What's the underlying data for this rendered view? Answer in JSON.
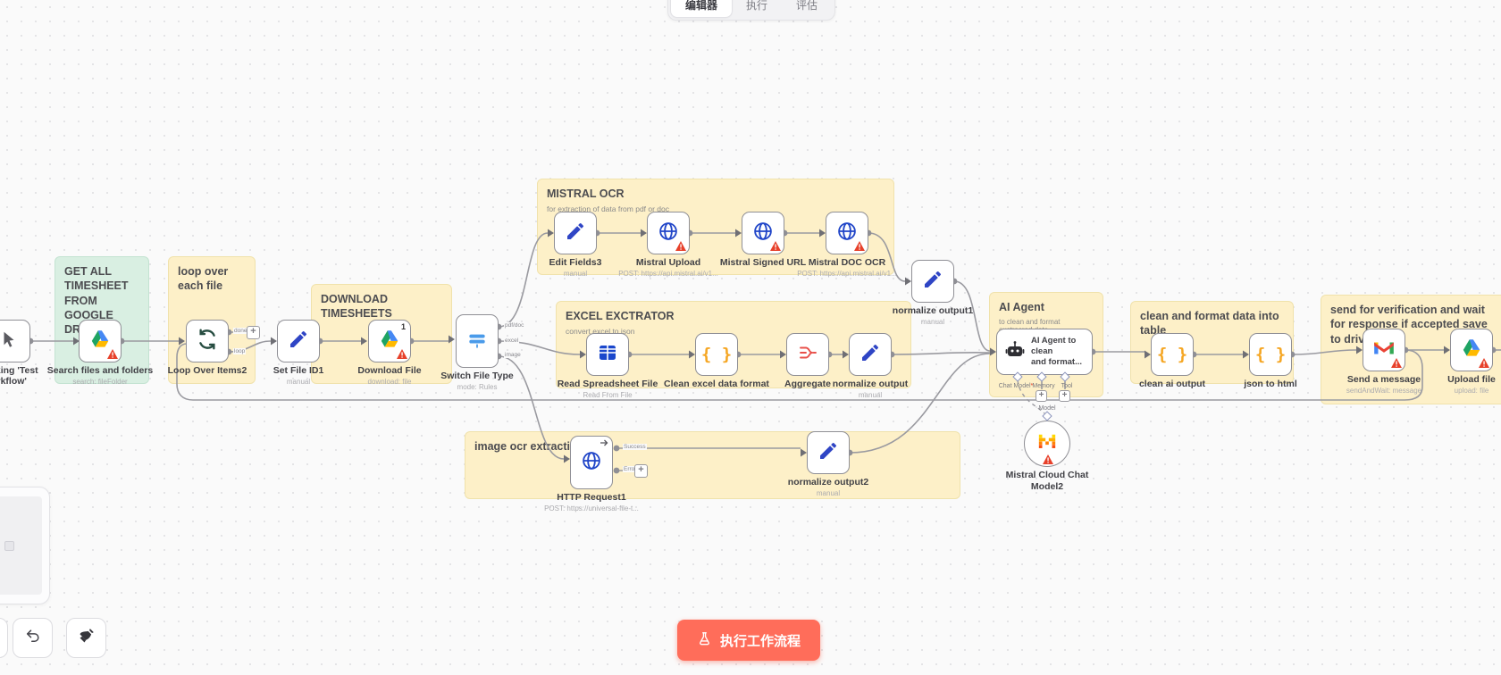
{
  "tabs": {
    "editor": "编辑器",
    "executions": "执行",
    "evaluations": "评估"
  },
  "execute_button": {
    "label": "执行工作流程"
  },
  "glyphs": {
    "plus": "+"
  },
  "colors": {
    "accent": "#ff6d5a",
    "sticky_yellow": "#fdf0c8",
    "sticky_green": "#d9efe2",
    "warning": "#e7402a",
    "wire": "#9a9aa0"
  },
  "stickies": {
    "get_all": {
      "title": "GET ALL TIMESHEET FROM GOOGLE DRIVE"
    },
    "loop": {
      "title": "loop over each file"
    },
    "download": {
      "title": "DOWNLOAD TIMESHEETS"
    },
    "mistral": {
      "title": "MISTRAL OCR",
      "subtitle": "for extraction of data from pdf or doc"
    },
    "excel": {
      "title": "EXCEL EXCTRATOR",
      "subtitle": "convert excel to json"
    },
    "image": {
      "title": "image ocr extraction"
    },
    "ai": {
      "title": "AI Agent",
      "subtitle": "to clean and format exctracred data"
    },
    "clean": {
      "title": "clean and format data into table"
    },
    "send": {
      "title": "send for verification and wait for response if accepted save to drive"
    }
  },
  "nodes": {
    "trigger": {
      "label_line1": "clicking 'Test",
      "label_line2": "orkflow'"
    },
    "search": {
      "label": "Search files and folders",
      "subtitle": "search: fileFolder"
    },
    "loop_items": {
      "label": "Loop Over Items2"
    },
    "set_file": {
      "label": "Set File ID1",
      "subtitle": "manual"
    },
    "download_file": {
      "label": "Download File",
      "subtitle": "download: file",
      "badge": "1"
    },
    "switch": {
      "label": "Switch File Type",
      "subtitle": "mode: Rules"
    },
    "edit_fields3": {
      "label": "Edit Fields3",
      "subtitle": "manual"
    },
    "mistral_upload": {
      "label": "Mistral Upload",
      "subtitle": "POST: https://api.mistral.ai/v1..."
    },
    "mistral_signed": {
      "label": "Mistral Signed URL"
    },
    "mistral_doc": {
      "label": "Mistral DOC OCR",
      "subtitle": "POST: https://api.mistral.ai/v1..."
    },
    "normalize1": {
      "label": "normalize output1",
      "subtitle": "manual"
    },
    "read_spreadsheet": {
      "label": "Read Spreadsheet File",
      "subtitle": "Read From File"
    },
    "clean_excel": {
      "label": "Clean excel data format"
    },
    "aggregate": {
      "label": "Aggregate"
    },
    "normalize0": {
      "label": "normalize output",
      "subtitle": "manual"
    },
    "http_request1": {
      "label": "HTTP Request1",
      "subtitle": "POST: https://universal-file-t..."
    },
    "normalize2": {
      "label": "normalize output2",
      "subtitle": "manual"
    },
    "ai_agent": {
      "label_line1": "AI Agent to clean",
      "label_line2": "and format..."
    },
    "mistral_chat": {
      "label": "Mistral Cloud Chat Model2"
    },
    "clean_ai": {
      "label": "clean ai output"
    },
    "json_html": {
      "label": "json to html"
    },
    "send_message": {
      "label": "Send a message",
      "subtitle": "sendAndWait: message"
    },
    "upload_file": {
      "label": "Upload file",
      "subtitle": "upload: file"
    }
  },
  "ports": {
    "done": "done",
    "loop": "loop",
    "pdfdoc": "pdf/doc",
    "excel": "excel",
    "image": "image",
    "success": "Success",
    "error": "Error",
    "chat_model": "Chat Model",
    "required": "*",
    "memory": "Memory",
    "tool": "Tool",
    "model": "Model"
  }
}
